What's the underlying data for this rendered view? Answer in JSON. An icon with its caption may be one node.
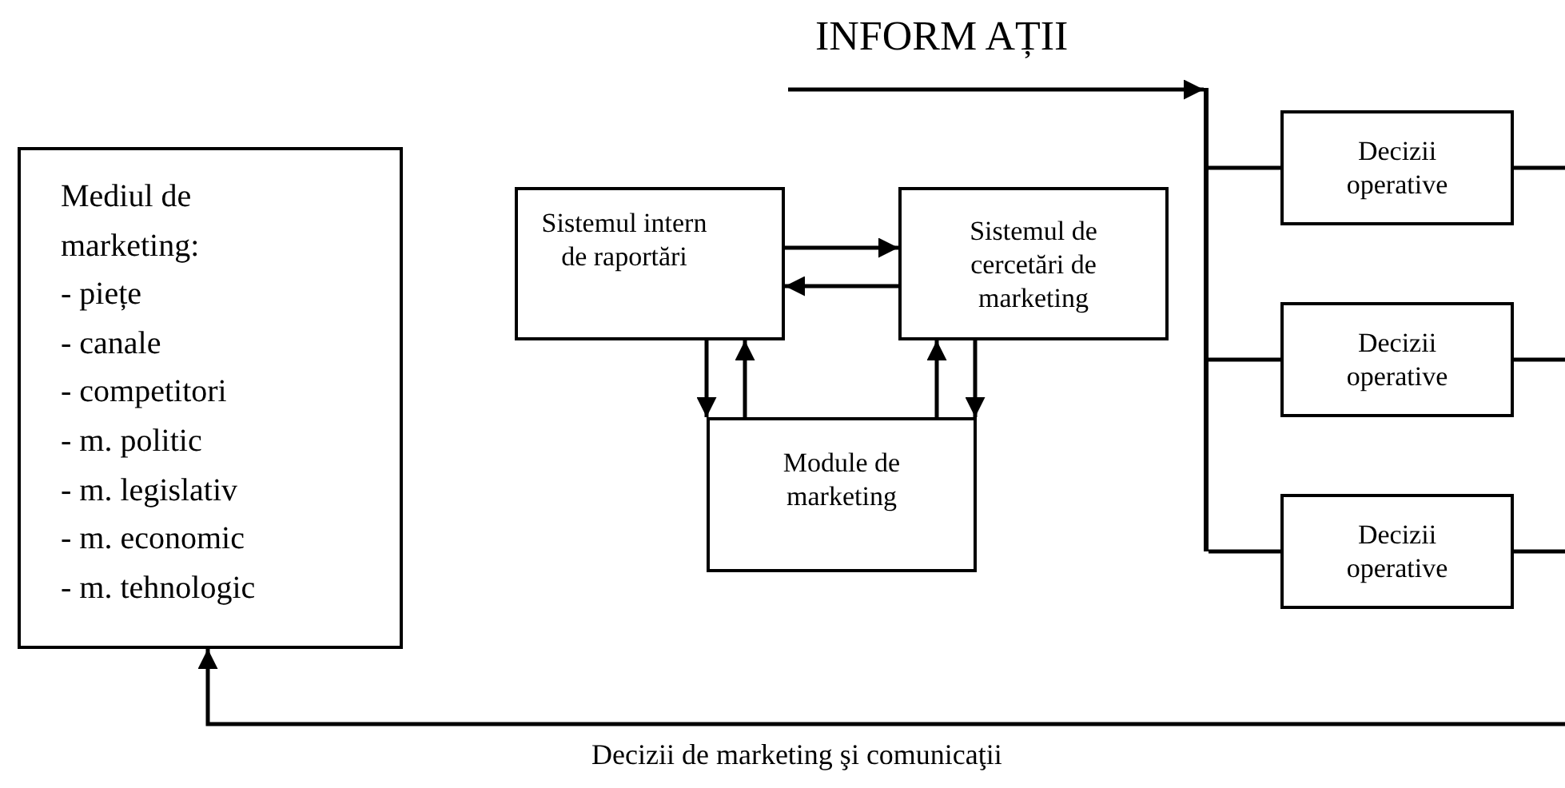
{
  "diagram": {
    "nodes": [
      {
        "text": [
          "Mediul de marketing:",
          "- piețe",
          "- canale",
          "- competitori",
          "- m. politic",
          "- m. legislativ",
          "- m. economic",
          "- m. tehnologic"
        ]
      },
      {
        "text": [
          "Sistemul intern de raportări"
        ]
      },
      {
        "text": [
          "Sistemul de cercetări de marketing"
        ]
      },
      {
        "text": [
          "Module de marketing"
        ]
      },
      {
        "text": [
          "Decizii operative"
        ]
      },
      {
        "text": [
          "Decizii operative"
        ]
      },
      {
        "text": [
          "Decizii operative"
        ]
      },
      {
        "text": [],
        "shape": "bar"
      }
    ],
    "edges": [
      {
        "from": 1,
        "to": 2,
        "arrow": "to"
      },
      {
        "from": 2,
        "to": 1,
        "arrow": "to"
      },
      {
        "from": 1,
        "to": 3,
        "arrow": "to"
      },
      {
        "from": 3,
        "to": 1,
        "arrow": "to"
      },
      {
        "from": 3,
        "to": 2,
        "arrow": "to"
      },
      {
        "from": 2,
        "to": 3,
        "arrow": "to"
      },
      {
        "from": null,
        "to": 7,
        "arrow": "to"
      },
      {
        "from": 7,
        "to": 4,
        "arrow": "none"
      },
      {
        "from": 7,
        "to": 5,
        "arrow": "none"
      },
      {
        "from": 7,
        "to": 6,
        "arrow": "none"
      },
      {
        "from": 4,
        "to": null,
        "arrow": "none"
      },
      {
        "from": 5,
        "to": null,
        "arrow": "none"
      },
      {
        "from": 6,
        "to": null,
        "arrow": "none"
      },
      {
        "from": null,
        "to": 0,
        "arrow": "to",
        "label": "Decizii de marketing şi comunicaţii"
      }
    ],
    "labels": [
      "INFORM AȚII"
    ]
  }
}
